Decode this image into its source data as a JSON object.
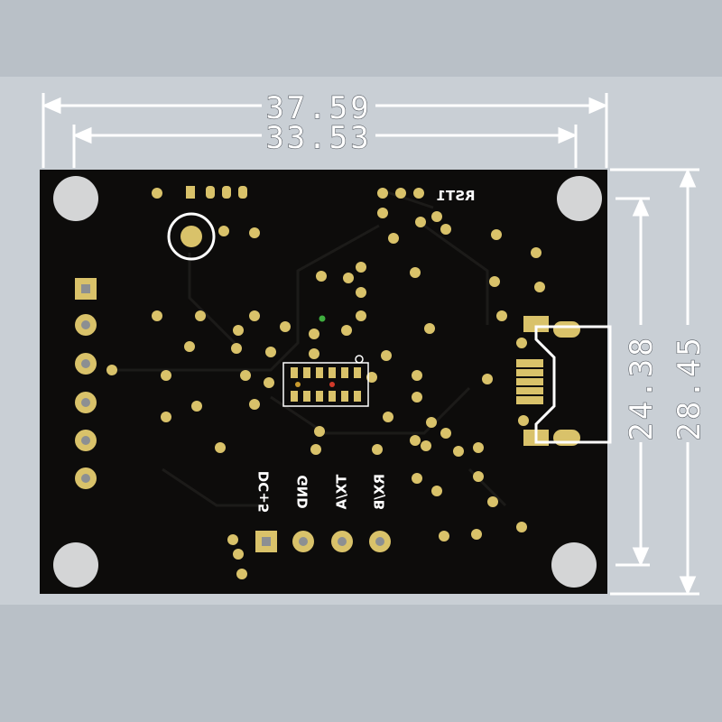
{
  "dimensions": {
    "width_outer": "37.59",
    "width_inner": "33.53",
    "height_inner": "24.38",
    "height_outer": "28.45"
  },
  "silkscreen": {
    "reset_label": "RST1",
    "pin_labels": [
      "DC+5",
      "GND",
      "TX/A",
      "RX/B"
    ]
  },
  "colors": {
    "background": "#b9c0c7",
    "board": "#0d0c0b",
    "pad": "#d9c26a",
    "silk": "#ffffff"
  }
}
